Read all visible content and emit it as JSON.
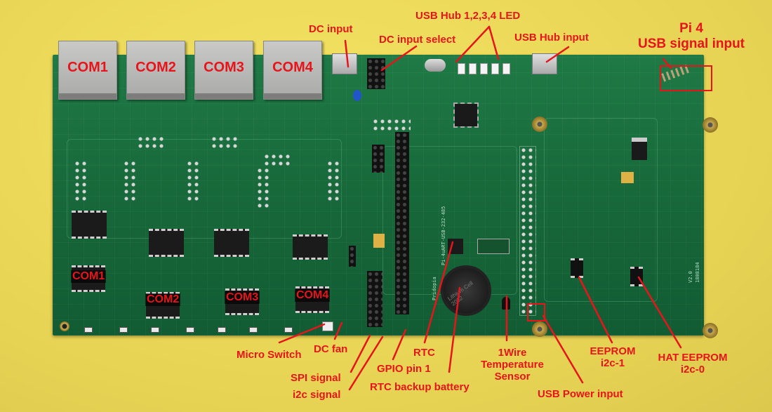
{
  "image": {
    "subject": "Annotated PCB photo: Raspberry Pi 4 quad RS232/RS485 expansion board on yellow background",
    "background_color": "#eedc5a",
    "pcb_color": "#17683a",
    "annotation_color": "#e8141c"
  },
  "connectors": {
    "rj45": [
      {
        "label": "COM1"
      },
      {
        "label": "COM2"
      },
      {
        "label": "COM3"
      },
      {
        "label": "COM4"
      }
    ]
  },
  "chip_labels": [
    {
      "label": "COM1"
    },
    {
      "label": "COM2"
    },
    {
      "label": "COM3"
    },
    {
      "label": "COM4"
    }
  ],
  "annotations": {
    "dc_input": "DC input",
    "dc_input_select": "DC input select",
    "usb_hub_led": "USB Hub 1,2,3,4 LED",
    "usb_hub_input": "USB Hub input",
    "pi4_usb_line1": "Pi 4",
    "pi4_usb_line2": "USB signal input",
    "micro_switch": "Micro Switch",
    "dc_fan": "DC fan",
    "spi_signal": "SPI signal",
    "i2c_signal": "i2c signal",
    "gpio_pin1": "GPIO pin 1",
    "rtc": "RTC",
    "rtc_battery": "RTC backup battery",
    "onewire_line1": "1Wire",
    "onewire_line2": "Temperature",
    "onewire_line3": "Sensor",
    "usb_power_input": "USB Power input",
    "eeprom_line1": "EEPROM",
    "eeprom_line2": "i2c-1",
    "hat_eeprom_line1": "HAT EEPROM",
    "hat_eeprom_line2": "i2c-0"
  },
  "silkscreen": {
    "brand": "Pridopia",
    "board_id": "Pi-4uART-USB-232-485",
    "version": "V2.0",
    "date_code": "1808184",
    "battery_text": "Lithium Cell 2032"
  }
}
